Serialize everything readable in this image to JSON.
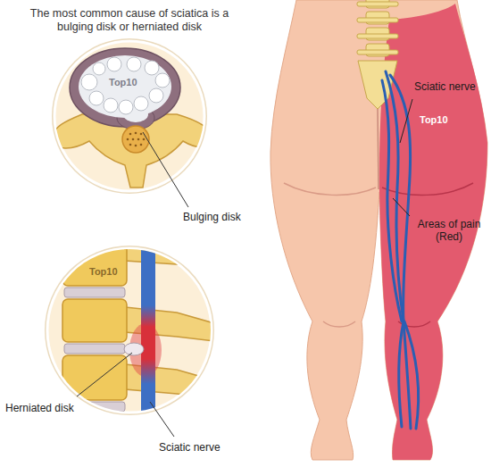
{
  "diagram": {
    "title": "The most common cause of sciatica is a bulging disk or herniated disk",
    "labels": [
      "Top10",
      "Bulging disk",
      "Top10",
      "Herniated disk",
      "Sciatic nerve",
      "Top10",
      "Sciatic nerve",
      "Areas of pain (Red)"
    ]
  }
}
